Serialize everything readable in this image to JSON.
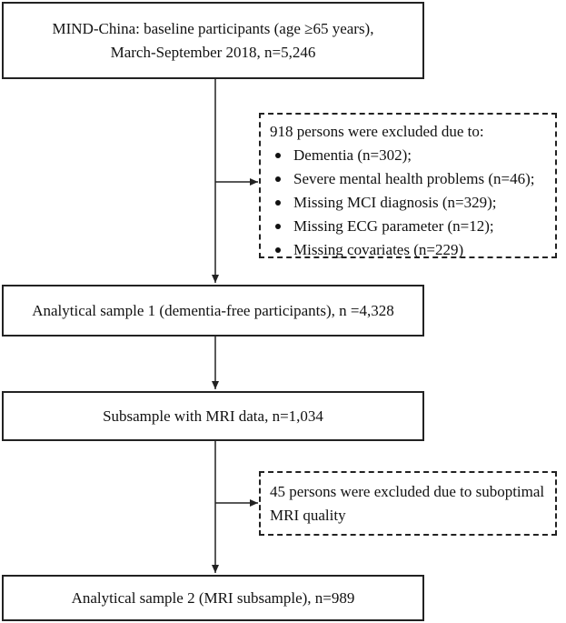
{
  "boxes": {
    "baseline": {
      "line1": "MIND-China: baseline participants (age ≥65 years),",
      "line2": "March-September 2018, n=5,246"
    },
    "exclusion1": {
      "heading": "918 persons were excluded due to:",
      "items": [
        "Dementia (n=302);",
        "Severe mental health problems (n=46);",
        "Missing MCI diagnosis (n=329);",
        "Missing ECG parameter (n=12);",
        "Missing covariates (n=229)"
      ]
    },
    "sample1": "Analytical sample 1 (dementia-free participants), n =4,328",
    "subsample": "Subsample with MRI data, n=1,034",
    "exclusion2": {
      "line1": "45 persons were excluded due to suboptimal",
      "line2": "MRI quality"
    },
    "sample2": "Analytical sample 2 (MRI subsample), n=989"
  }
}
